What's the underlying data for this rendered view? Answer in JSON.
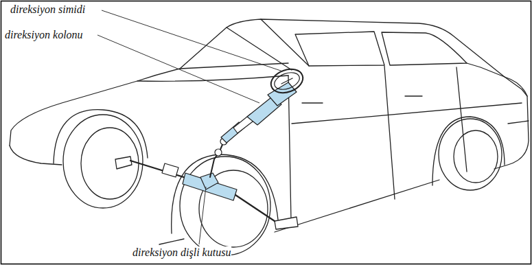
{
  "diagram": {
    "labels": [
      "direksiyon simidi",
      "direksiyon kolonu",
      "direksiyon dişli kutusu"
    ]
  }
}
